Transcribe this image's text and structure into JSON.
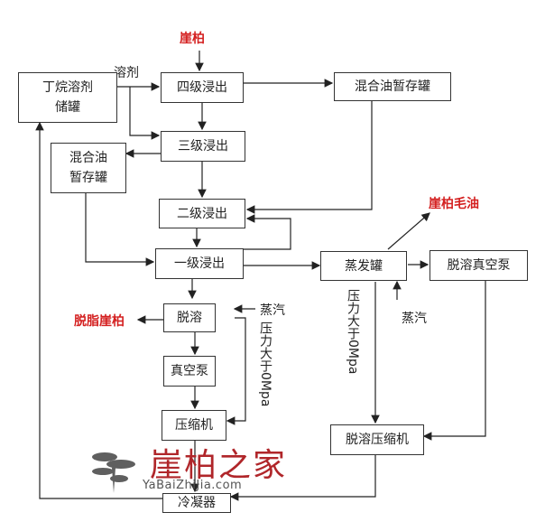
{
  "input": "崖柏",
  "solvent_label": "溶剂",
  "tanks": {
    "butane_tank": "丁烷溶剂\n储罐",
    "mixed_oil_tank_right": "混合油暂存罐",
    "mixed_oil_tank_left": "混合油\n暂存罐"
  },
  "stages": {
    "stage4": "四级浸出",
    "stage3": "三级浸出",
    "stage2": "二级浸出",
    "stage1": "一级浸出"
  },
  "process": {
    "desolvent": "脱溶",
    "vacuum_pump": "真空泵",
    "compressor": "压缩机",
    "condenser": "冷凝器",
    "evaporator": "蒸发罐",
    "desolvent_vacuum_pump": "脱溶真空泵",
    "desolvent_compressor": "脱溶压缩机"
  },
  "outputs": {
    "crude_oil": "崖柏毛油",
    "defatted": "脱脂崖柏"
  },
  "annotations": {
    "steam_left": "蒸汽",
    "pressure_left": "压力大于0Mpa",
    "steam_right": "蒸汽",
    "pressure_right": "压力大于0Mpa"
  },
  "watermark": {
    "text_cn": "崖柏之家",
    "text_en": "YaBaiZhiJia.com"
  },
  "colors": {
    "highlight_red": "#d42020",
    "line": "#222222"
  }
}
